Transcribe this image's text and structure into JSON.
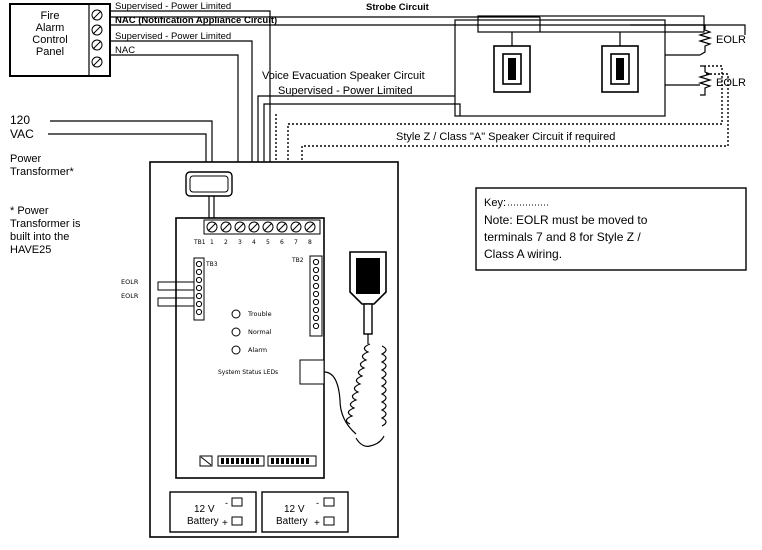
{
  "panel": {
    "lines": [
      "Fire",
      "Alarm",
      "Control",
      "Panel"
    ]
  },
  "wire_labels": {
    "supervised_1": "Supervised - Power Limited",
    "nac_full": "NAC (Notification Appliance Circuit)",
    "supervised_2": "Supervised - Power Limited",
    "nac": "NAC",
    "strobe": "Strobe Circuit"
  },
  "voice": {
    "line1": "Voice Evacuation Speaker Circuit",
    "line2": "Supervised - Power Limited"
  },
  "style_z": "Style Z / Class \"A\" Speaker Circuit if required",
  "eolr": [
    "EOLR",
    "EOLR"
  ],
  "power": {
    "v120": "120",
    "vac": "VAC",
    "transformer_1": "Power",
    "transformer_2": "Transformer*",
    "note": [
      "* Power",
      "Transformer is",
      "built into the",
      "HAVE25"
    ]
  },
  "board": {
    "tb1": "TB1",
    "tb2": "TB2",
    "tb3": "TB3",
    "terminal_numbers": [
      "1",
      "2",
      "3",
      "4",
      "5",
      "6",
      "7",
      "8"
    ],
    "eolr_small": [
      "EOLR",
      "EOLR"
    ],
    "leds": [
      "Trouble",
      "Normal",
      "Alarm"
    ],
    "system_status": "System Status LEDs"
  },
  "key": {
    "title": "Key:",
    "note": [
      "Note: EOLR must be moved to",
      "terminals 7 and 8 for Style Z /",
      "Class A wiring."
    ]
  },
  "batteries": [
    {
      "voltage": "12 V",
      "label": "Battery",
      "minus": "-",
      "plus": "+"
    },
    {
      "voltage": "12 V",
      "label": "Battery",
      "minus": "-",
      "plus": "+"
    }
  ]
}
